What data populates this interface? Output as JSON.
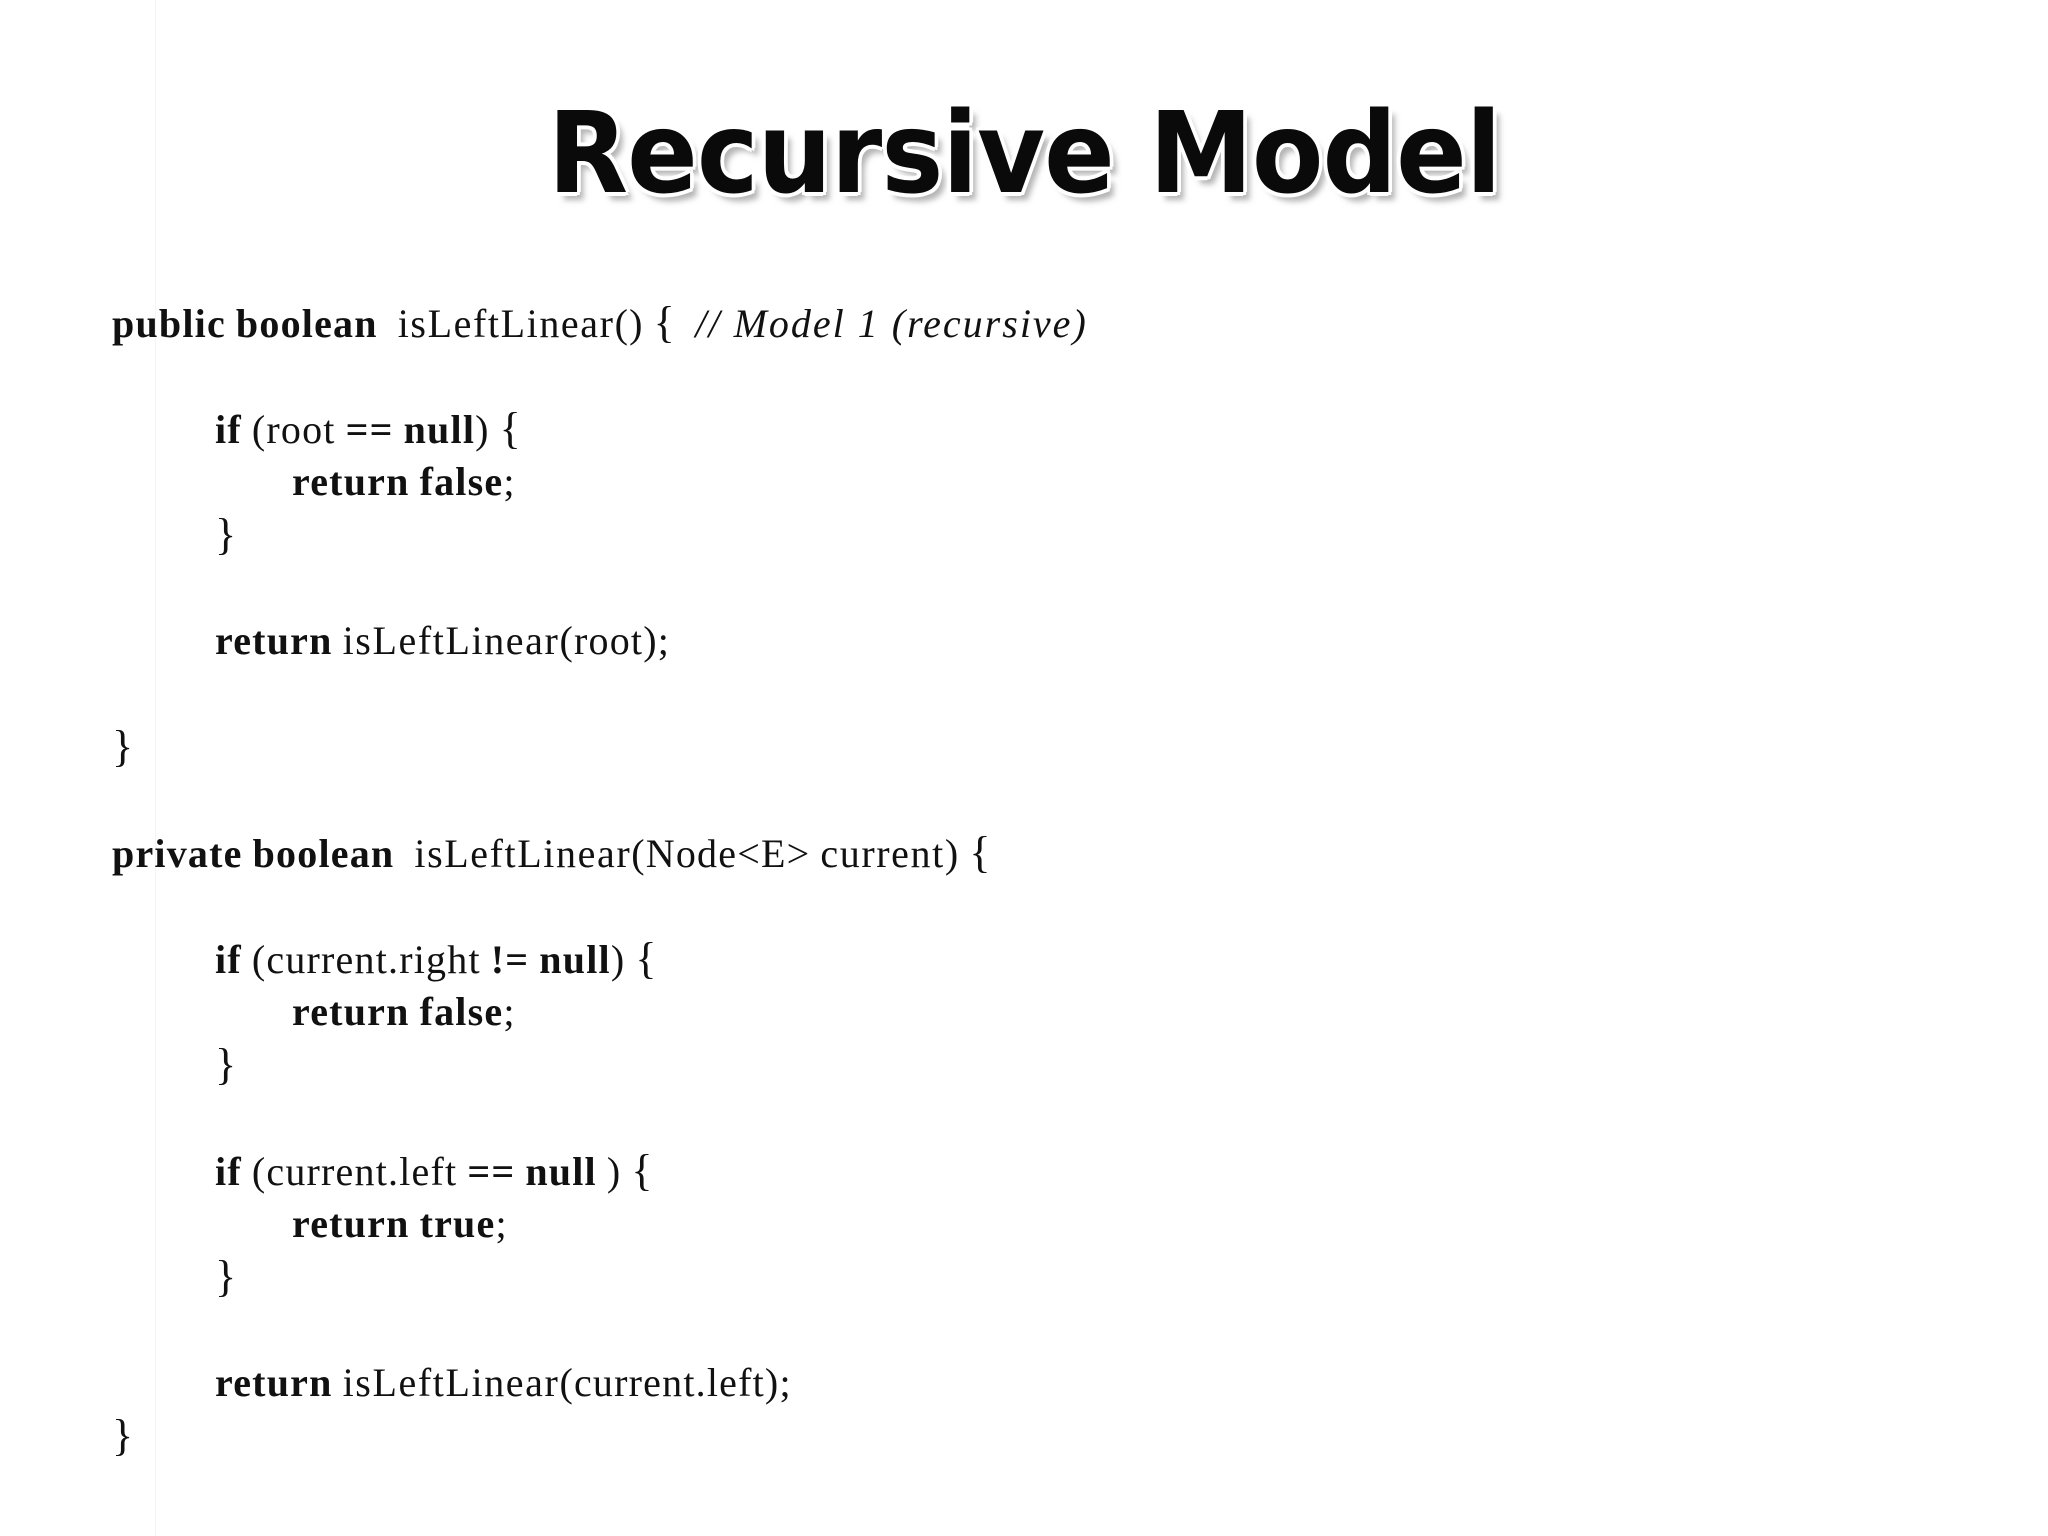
{
  "slide": {
    "title": "Recursive Model",
    "background_color": "#ffffff",
    "text_color": "#111111"
  },
  "code": {
    "language": "java",
    "lines": [
      {
        "indent": 0,
        "tokens": [
          {
            "t": "public",
            "k": "kw"
          },
          {
            "t": " ",
            "k": "sp"
          },
          {
            "t": "boolean",
            "k": "kw"
          },
          {
            "t": "  ",
            "k": "sp"
          },
          {
            "t": "isLeftLinear",
            "k": "id"
          },
          {
            "t": "()",
            "k": "pun"
          },
          {
            "t": " ",
            "k": "sp"
          },
          {
            "t": "{",
            "k": "brace"
          },
          {
            "t": "  ",
            "k": "sp"
          },
          {
            "t": "// Model 1 (recursive)",
            "k": "cmt"
          }
        ]
      },
      {
        "indent": 0,
        "blank": true,
        "tokens": []
      },
      {
        "indent": 1,
        "tokens": [
          {
            "t": "if",
            "k": "kw"
          },
          {
            "t": " ",
            "k": "sp"
          },
          {
            "t": "(root",
            "k": "pun"
          },
          {
            "t": " ",
            "k": "sp"
          },
          {
            "t": "==",
            "k": "op"
          },
          {
            "t": " ",
            "k": "sp"
          },
          {
            "t": "null",
            "k": "kw"
          },
          {
            "t": ")",
            "k": "pun"
          },
          {
            "t": " ",
            "k": "sp"
          },
          {
            "t": "{",
            "k": "brace"
          }
        ]
      },
      {
        "indent": 2,
        "tokens": [
          {
            "t": "return",
            "k": "kw"
          },
          {
            "t": " ",
            "k": "sp"
          },
          {
            "t": "false",
            "k": "kw"
          },
          {
            "t": ";",
            "k": "pun"
          }
        ]
      },
      {
        "indent": 1,
        "tokens": [
          {
            "t": "}",
            "k": "brace"
          }
        ]
      },
      {
        "indent": 0,
        "blank": true,
        "tokens": []
      },
      {
        "indent": 1,
        "tokens": [
          {
            "t": "return",
            "k": "kw"
          },
          {
            "t": " ",
            "k": "sp"
          },
          {
            "t": "isLeftLinear",
            "k": "id"
          },
          {
            "t": "(root);",
            "k": "pun"
          }
        ]
      },
      {
        "indent": 0,
        "blank": true,
        "tokens": []
      },
      {
        "indent": 0,
        "tokens": [
          {
            "t": "}",
            "k": "brace"
          }
        ]
      },
      {
        "indent": 0,
        "blank": true,
        "tokens": []
      },
      {
        "indent": 0,
        "tokens": [
          {
            "t": "private",
            "k": "kw"
          },
          {
            "t": " ",
            "k": "sp"
          },
          {
            "t": "boolean",
            "k": "kw"
          },
          {
            "t": "  ",
            "k": "sp"
          },
          {
            "t": "isLeftLinear",
            "k": "id"
          },
          {
            "t": "(Node<E>",
            "k": "pun"
          },
          {
            "t": " ",
            "k": "sp"
          },
          {
            "t": "current",
            "k": "id"
          },
          {
            "t": ")",
            "k": "pun"
          },
          {
            "t": " ",
            "k": "sp"
          },
          {
            "t": "{",
            "k": "brace"
          }
        ]
      },
      {
        "indent": 0,
        "blank": true,
        "tokens": []
      },
      {
        "indent": 1,
        "tokens": [
          {
            "t": "if",
            "k": "kw"
          },
          {
            "t": " ",
            "k": "sp"
          },
          {
            "t": "(current.right",
            "k": "pun"
          },
          {
            "t": " ",
            "k": "sp"
          },
          {
            "t": "!=",
            "k": "op"
          },
          {
            "t": " ",
            "k": "sp"
          },
          {
            "t": "null",
            "k": "kw"
          },
          {
            "t": ")",
            "k": "pun"
          },
          {
            "t": " ",
            "k": "sp"
          },
          {
            "t": "{",
            "k": "brace"
          }
        ]
      },
      {
        "indent": 2,
        "tokens": [
          {
            "t": "return",
            "k": "kw"
          },
          {
            "t": " ",
            "k": "sp"
          },
          {
            "t": "false",
            "k": "kw"
          },
          {
            "t": ";",
            "k": "pun"
          }
        ]
      },
      {
        "indent": 1,
        "tokens": [
          {
            "t": "}",
            "k": "brace"
          }
        ]
      },
      {
        "indent": 0,
        "blank": true,
        "tokens": []
      },
      {
        "indent": 1,
        "tokens": [
          {
            "t": "if",
            "k": "kw"
          },
          {
            "t": " ",
            "k": "sp"
          },
          {
            "t": "(current.left",
            "k": "pun"
          },
          {
            "t": " ",
            "k": "sp"
          },
          {
            "t": "==",
            "k": "op"
          },
          {
            "t": " ",
            "k": "sp"
          },
          {
            "t": "null",
            "k": "kw"
          },
          {
            "t": " ",
            "k": "sp"
          },
          {
            "t": ")",
            "k": "pun"
          },
          {
            "t": " ",
            "k": "sp"
          },
          {
            "t": "{",
            "k": "brace"
          }
        ]
      },
      {
        "indent": 2,
        "tokens": [
          {
            "t": "return",
            "k": "kw"
          },
          {
            "t": " ",
            "k": "sp"
          },
          {
            "t": "true",
            "k": "kw"
          },
          {
            "t": ";",
            "k": "pun"
          }
        ]
      },
      {
        "indent": 1,
        "tokens": [
          {
            "t": "}",
            "k": "brace"
          }
        ]
      },
      {
        "indent": 0,
        "blank": true,
        "tokens": []
      },
      {
        "indent": 1,
        "tokens": [
          {
            "t": "return",
            "k": "kw"
          },
          {
            "t": " ",
            "k": "sp"
          },
          {
            "t": "isLeftLinear",
            "k": "id"
          },
          {
            "t": "(current.left);",
            "k": "pun"
          }
        ]
      },
      {
        "indent": 0,
        "tokens": [
          {
            "t": "}",
            "k": "brace"
          }
        ]
      }
    ],
    "plain_text": "public boolean isLeftLinear() { // Model 1 (recursive)\n\n    if (root == null) {\n        return false;\n    }\n\n    return isLeftLinear(root);\n\n}\n\nprivate boolean isLeftLinear(Node<E> current) {\n\n    if (current.right != null) {\n        return false;\n    }\n\n    if (current.left == null ) {\n        return true;\n    }\n\n    return isLeftLinear(current.left);\n}"
  }
}
